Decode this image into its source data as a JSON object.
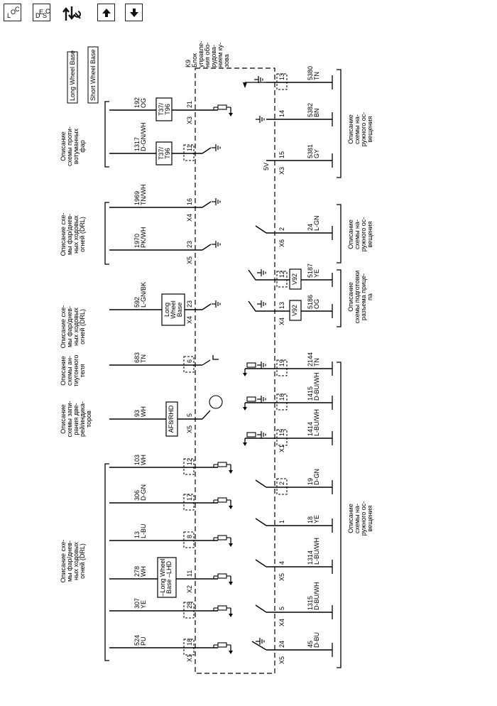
{
  "toolbar": {
    "loc": {
      "a": "L",
      "b": "O",
      "c": "C"
    },
    "desc": {
      "a": "D",
      "b": "E",
      "c": "S",
      "d": "C"
    },
    "icons": [
      "loc-icon",
      "desc-icon",
      "wrench-arrows-icon",
      "arrow-up-icon",
      "arrow-down-icon"
    ]
  },
  "legend": [
    "Long Wheel Base",
    "Short Wheel Base"
  ],
  "module": [
    "K9",
    "Блок",
    "управле-",
    "ния обо-",
    "рудова-",
    "нием ку-",
    "зова"
  ],
  "voltage": "5V",
  "desc": {
    "antifog": [
      "Описание",
      "схемы проти-",
      "вотуманных",
      "фар"
    ],
    "drl": [
      "Описание схе-",
      "мы фар/днев-",
      "ных ходовых",
      "огней (DRL)"
    ],
    "immob": [
      "Описание",
      "схемы ан-",
      "тиугонного",
      "теля"
    ],
    "doorlocks": [
      "Описание",
      "схемы запи-",
      "рания две-",
      "рей/индика-",
      "торов"
    ],
    "ext": [
      "Описание",
      "схемы на-",
      "ружного ос-",
      "вещения"
    ],
    "trailer": [
      "Описание",
      "схемы подготовки",
      "разъема прице-",
      "па"
    ]
  },
  "modules": {
    "t37": [
      "T37/",
      "T96"
    ],
    "v92": "V92",
    "lwb": [
      "Long",
      "Wheel",
      "Base"
    ],
    "lwb_lhd": [
      "–Long Wheel",
      "Base –LHD"
    ],
    "af8": "AF8/RHD"
  },
  "connectors": [
    "X1",
    "X2",
    "X3",
    "X4",
    "X5",
    "X6"
  ],
  "pins": {
    "top": [
      "21",
      "11",
      "16",
      "23",
      "23",
      "6",
      "5",
      "12",
      "17",
      "8",
      "11",
      "25",
      "18"
    ],
    "bottom": [
      "13",
      "14",
      "15",
      "2",
      "12",
      "13",
      "19",
      "16",
      "15",
      "2",
      "1",
      "4",
      "5",
      "24"
    ]
  },
  "wires": {
    "top": [
      {
        "num": "192",
        "color": "OG"
      },
      {
        "num": "1317",
        "color": "D-GN/WH"
      },
      {
        "num": "1969",
        "color": "TN/WH"
      },
      {
        "num": "1970",
        "color": "PK/WH"
      },
      {
        "num": "592",
        "color": "L-GN/BK"
      },
      {
        "num": "683",
        "color": "TN"
      },
      {
        "num": "93",
        "color": "WH"
      },
      {
        "num": "103",
        "color": "WH"
      },
      {
        "num": "306",
        "color": "D-GN"
      },
      {
        "num": "13",
        "color": "L-BU"
      },
      {
        "num": "278",
        "color": "WH"
      },
      {
        "num": "307",
        "color": "YE"
      },
      {
        "num": "524",
        "color": "PU"
      }
    ],
    "bottom": [
      {
        "num": "5380",
        "color": "TN"
      },
      {
        "num": "5382",
        "color": "BN"
      },
      {
        "num": "5381",
        "color": "GY"
      },
      {
        "num": "24",
        "color": "L-GN"
      },
      {
        "num": "5187",
        "color": "YE"
      },
      {
        "num": "5186",
        "color": "OG"
      },
      {
        "num": "2144",
        "color": "TN"
      },
      {
        "num": "1415",
        "color": "D-BU/WH"
      },
      {
        "num": "1414",
        "color": "L-BU/WH"
      },
      {
        "num": "19",
        "color": "D-GN"
      },
      {
        "num": "18",
        "color": "YE"
      },
      {
        "num": "1314",
        "color": "L-BU/WH"
      },
      {
        "num": "1315",
        "color": "D-BU/WH"
      },
      {
        "num": "45",
        "color": "D-BU"
      }
    ]
  }
}
